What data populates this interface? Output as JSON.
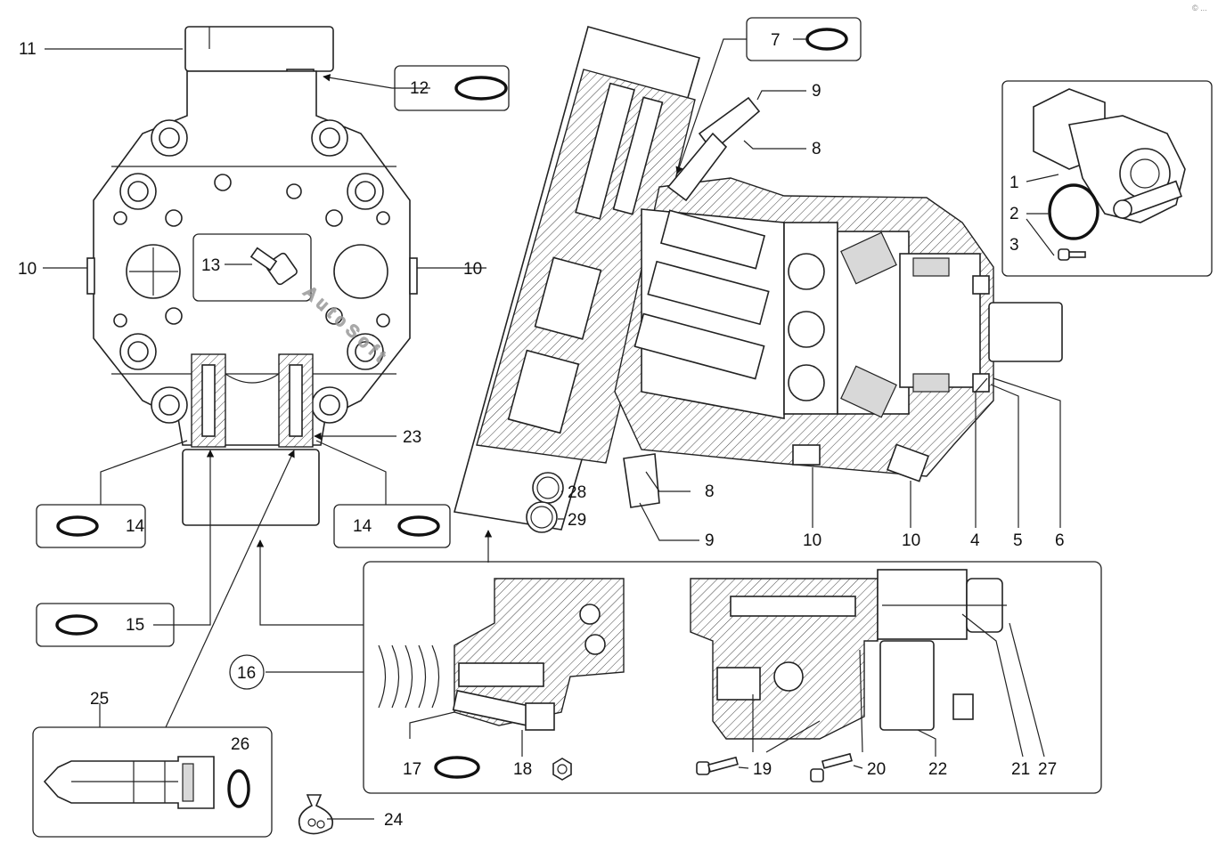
{
  "watermark": "AutoSoft",
  "corner_mark": "© ...",
  "callouts": {
    "c1": "1",
    "c2": "2",
    "c3": "3",
    "c4": "4",
    "c5": "5",
    "c6": "6",
    "c7": "7",
    "c8": "8",
    "c9": "9",
    "c10": "10",
    "c11": "11",
    "c12": "12",
    "c13": "13",
    "c14": "14",
    "c15": "15",
    "c16": "16",
    "c17": "17",
    "c18": "18",
    "c19": "19",
    "c20": "20",
    "c21": "21",
    "c22": "22",
    "c23": "23",
    "c24": "24",
    "c25": "25",
    "c26": "26",
    "c27": "27",
    "c28": "28",
    "c29": "29"
  },
  "icons": [
    "o-ring-icon",
    "screw-icon",
    "nut-icon",
    "bag-icon",
    "pump-assembly-icon"
  ]
}
